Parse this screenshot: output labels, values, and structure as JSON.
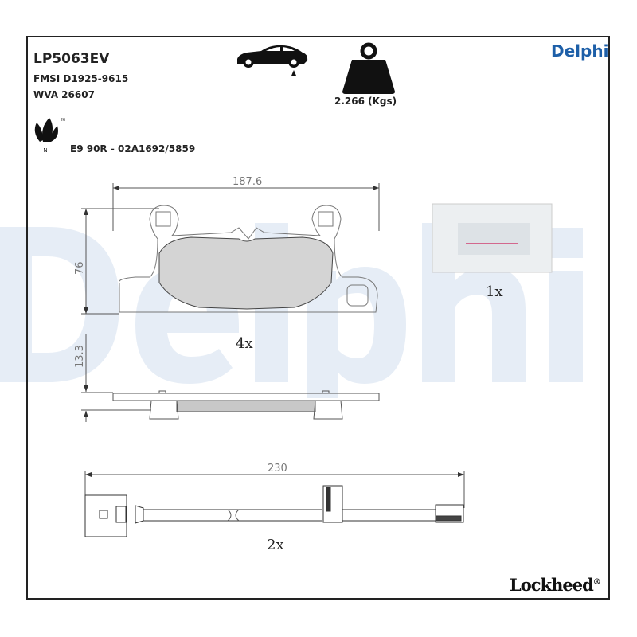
{
  "header": {
    "part_number": "LP5063EV",
    "fmsi": "FMSI D1925-9615",
    "wva": "WVA 26607",
    "weight": "2.266 (Kgs)",
    "approval": "E9 90R - 02A1692/5859",
    "axle_icon": "car-rear-axle-icon",
    "weight_icon": "weight-icon",
    "eco_icon": "leaf-eco-icon",
    "eco_label": "N",
    "eco_mark": "TM"
  },
  "brand": {
    "logo_text": "Delphi",
    "color": "#1d5fa8",
    "watermark_text": "Delphi",
    "watermark_color": "#e6edf6"
  },
  "drawing": {
    "pad_width": "187.6",
    "pad_height": "76",
    "pad_thickness": "13.3",
    "pad_qty": "4x",
    "accessory_qty": "1x",
    "sensor_length": "230",
    "sensor_qty": "2x"
  },
  "footer": {
    "logo_text": "Lockheed",
    "registered": "®"
  }
}
